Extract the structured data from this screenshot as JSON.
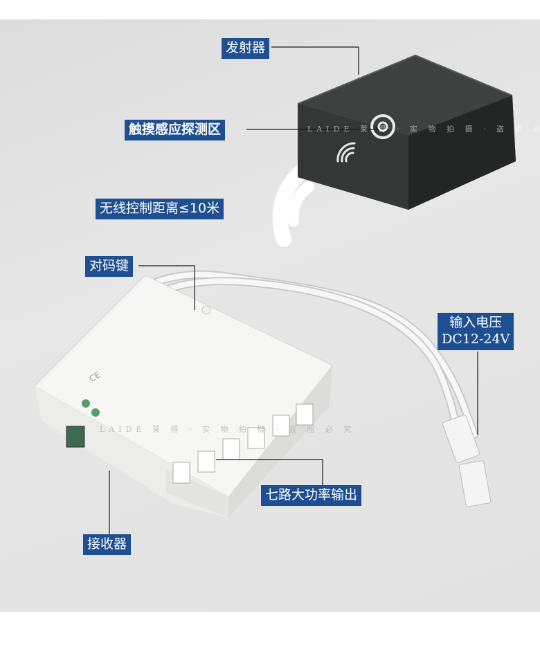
{
  "labels": {
    "transmitter": "发射器",
    "touch_area": "触摸感应探测区",
    "wireless_range": "无线控制距离≤10米",
    "pair_button": "对码键",
    "input_voltage_line1": "输入电压",
    "input_voltage_line2": "DC12-24V",
    "outputs": "七路大功率输出",
    "receiver": "接收器"
  },
  "watermark": {
    "top": "LAIDE 莱 得 · 实 物 拍 摄 · 盗 图 必 究",
    "bottom": "LAIDE 莱 得 · 实 物 拍 摄 · 盗 图 必 究"
  },
  "colors": {
    "callout_bg": "#1e4f92",
    "transmitter_body": "#3b3c3c",
    "receiver_body": "#f4f4f2",
    "background": "#e2e2e2"
  },
  "icons": [
    "touch-power-icon",
    "wireless-signal-icon",
    "ce-mark-icon"
  ]
}
